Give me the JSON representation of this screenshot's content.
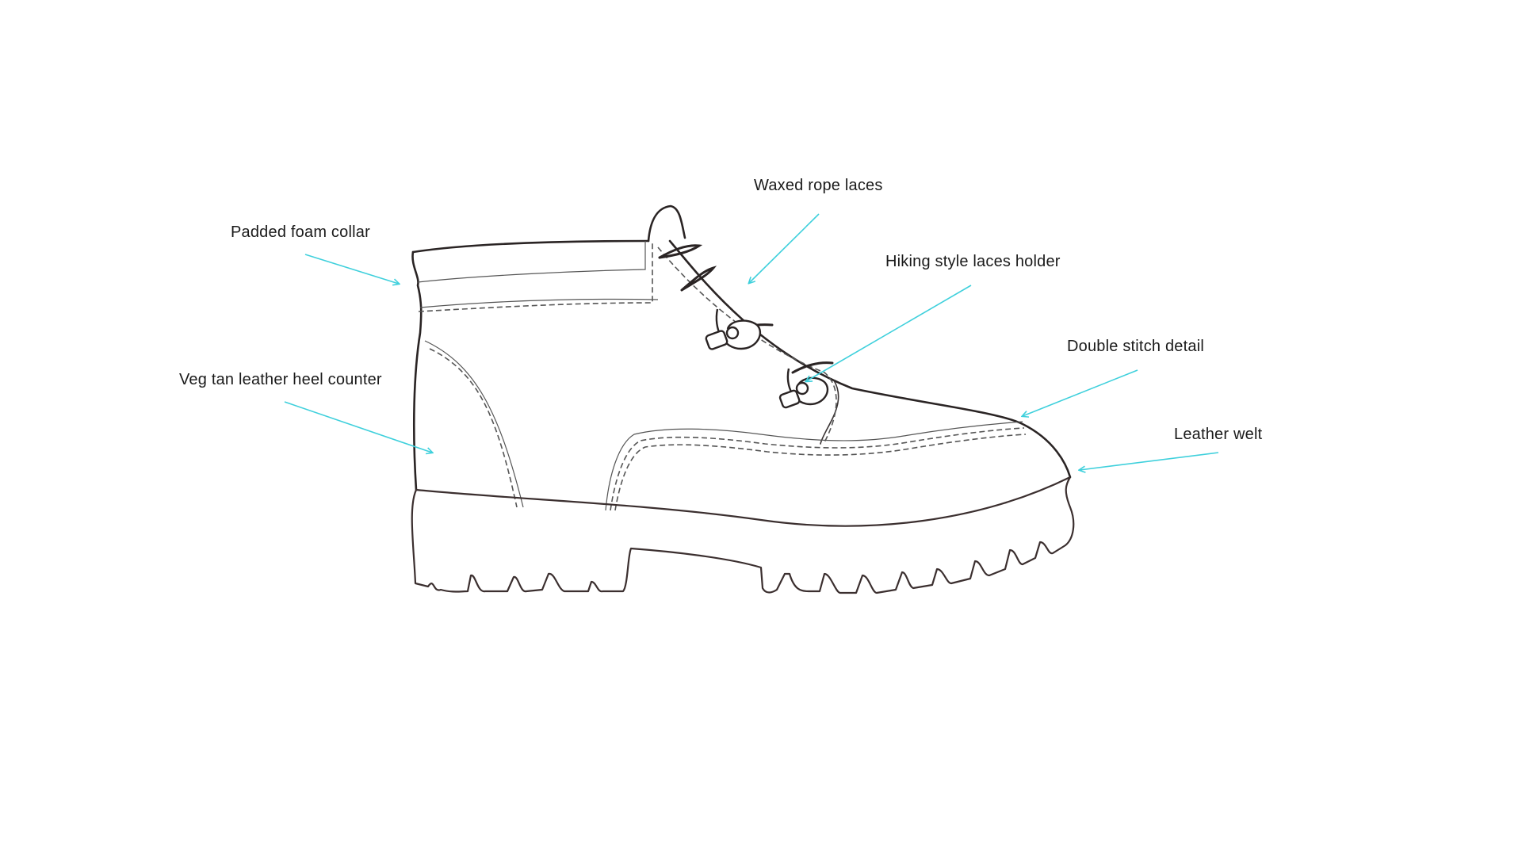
{
  "callouts": [
    {
      "id": "padded-foam-collar",
      "label": "Padded foam collar"
    },
    {
      "id": "waxed-rope-laces",
      "label": "Waxed rope laces"
    },
    {
      "id": "hiking-laces-holder",
      "label": "Hiking style laces holder"
    },
    {
      "id": "double-stitch-detail",
      "label": "Double stitch detail"
    },
    {
      "id": "veg-tan-heel-counter",
      "label": "Veg tan leather heel counter"
    },
    {
      "id": "leather-welt",
      "label": "Leather welt"
    }
  ],
  "colors": {
    "pointer": "#3fd0dc",
    "outline": "#2a2424",
    "background": "#ffffff"
  }
}
